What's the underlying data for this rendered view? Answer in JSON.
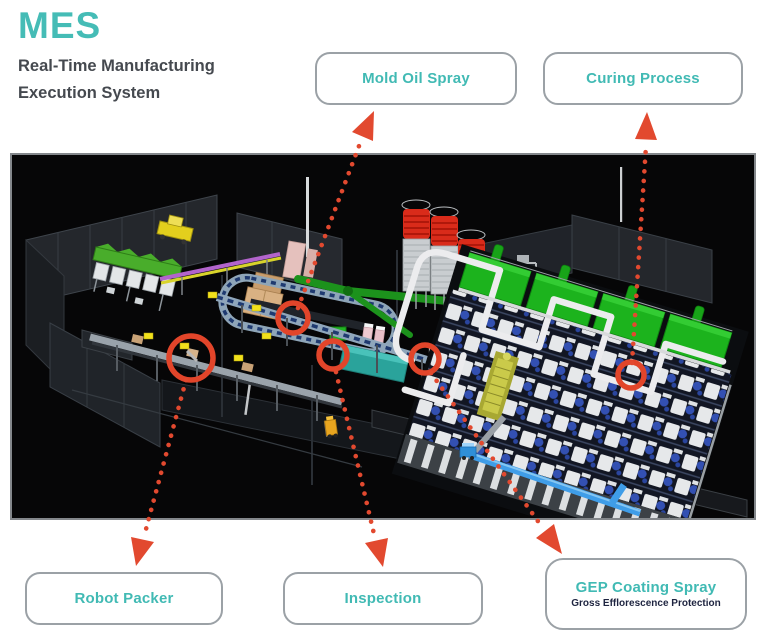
{
  "header": {
    "title": "MES",
    "subtitle_line1": "Real-Time Manufacturing",
    "subtitle_line2": "Execution System"
  },
  "callouts": {
    "mold_oil_spray": {
      "label": "Mold Oil Spray"
    },
    "curing_process": {
      "label": "Curing Process"
    },
    "robot_packer": {
      "label": "Robot Packer"
    },
    "inspection": {
      "label": "Inspection"
    },
    "gep_coating_spray": {
      "label": "GEP Coating Spray",
      "sublabel": "Gross Efflorescence Protection"
    }
  },
  "scene": {
    "description": "3D factory floor rendering with five red circular markers",
    "markers": [
      "mold-oil-spray-station",
      "robot-packer-station",
      "inspection-station",
      "gep-coating-spray-station",
      "curing-process-area"
    ]
  },
  "colors": {
    "accent_teal": "#41bab4",
    "arrow_red": "#e2492f",
    "marker_red": "#e2452a",
    "pill_border": "#9ba1a6",
    "subtitle_text": "#45494f",
    "scene_background": "#060607"
  }
}
